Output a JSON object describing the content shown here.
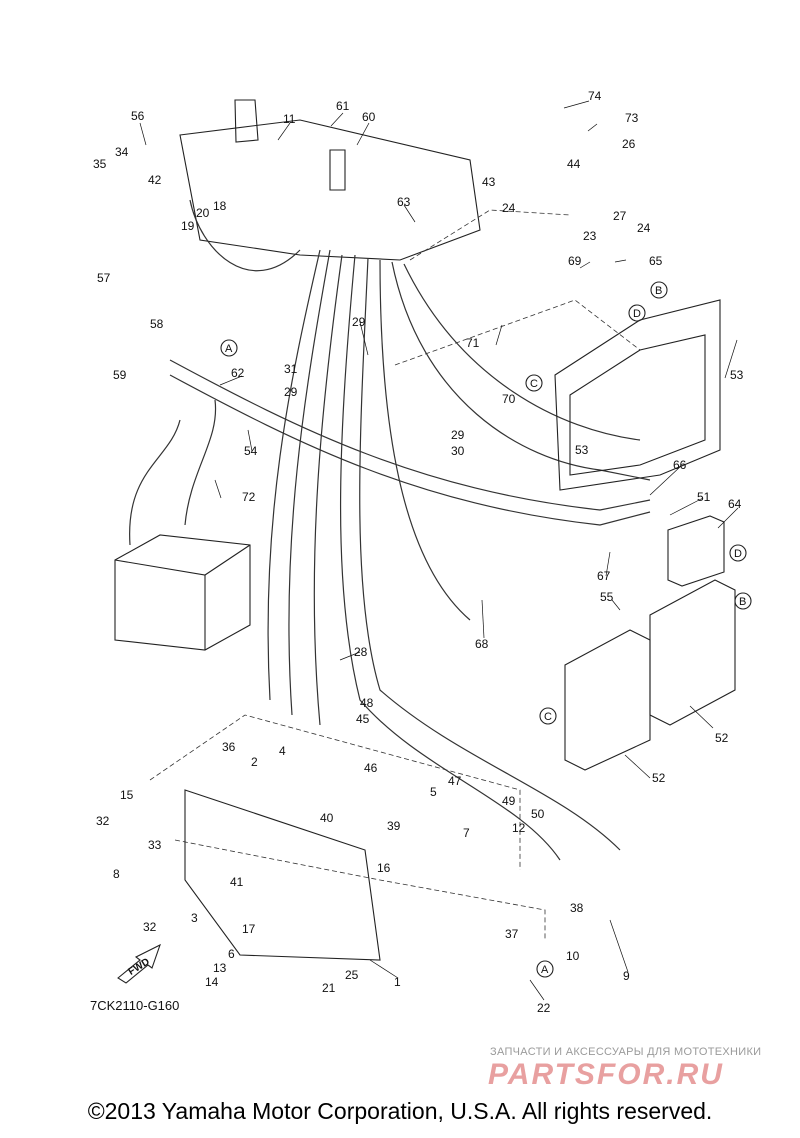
{
  "diagram_code": "7CK2110-G160",
  "fwd_label": "FWD",
  "watermark": {
    "tagline": "ЗАПЧАСТИ И АКСЕССУАРЫ ДЛЯ МОТОТЕХНИКИ",
    "logo": "PARTSFOR.RU"
  },
  "copyright": "©2013 Yamaha Motor Corporation, U.S.A. All rights reserved.",
  "callouts": [
    {
      "id": "c1",
      "label": "1"
    },
    {
      "id": "c2",
      "label": "2"
    },
    {
      "id": "c3",
      "label": "3"
    },
    {
      "id": "c4",
      "label": "4"
    },
    {
      "id": "c5",
      "label": "5"
    },
    {
      "id": "c6",
      "label": "6"
    },
    {
      "id": "c7",
      "label": "7"
    },
    {
      "id": "c8",
      "label": "8"
    },
    {
      "id": "c9",
      "label": "9"
    },
    {
      "id": "c10",
      "label": "10"
    },
    {
      "id": "c11",
      "label": "11"
    },
    {
      "id": "c12",
      "label": "12"
    },
    {
      "id": "c13",
      "label": "13"
    },
    {
      "id": "c14",
      "label": "14"
    },
    {
      "id": "c15",
      "label": "15"
    },
    {
      "id": "c16",
      "label": "16"
    },
    {
      "id": "c17",
      "label": "17"
    },
    {
      "id": "c18",
      "label": "18"
    },
    {
      "id": "c19",
      "label": "19"
    },
    {
      "id": "c20",
      "label": "20"
    },
    {
      "id": "c21",
      "label": "21"
    },
    {
      "id": "c22",
      "label": "22"
    },
    {
      "id": "c23",
      "label": "23"
    },
    {
      "id": "c24a",
      "label": "24"
    },
    {
      "id": "c24b",
      "label": "24"
    },
    {
      "id": "c25",
      "label": "25"
    },
    {
      "id": "c26",
      "label": "26"
    },
    {
      "id": "c27",
      "label": "27"
    },
    {
      "id": "c28",
      "label": "28"
    },
    {
      "id": "c29a",
      "label": "29"
    },
    {
      "id": "c29b",
      "label": "29"
    },
    {
      "id": "c29c",
      "label": "29"
    },
    {
      "id": "c30",
      "label": "30"
    },
    {
      "id": "c31",
      "label": "31"
    },
    {
      "id": "c32a",
      "label": "32"
    },
    {
      "id": "c32b",
      "label": "32"
    },
    {
      "id": "c33",
      "label": "33"
    },
    {
      "id": "c34",
      "label": "34"
    },
    {
      "id": "c35",
      "label": "35"
    },
    {
      "id": "c36",
      "label": "36"
    },
    {
      "id": "c37",
      "label": "37"
    },
    {
      "id": "c38",
      "label": "38"
    },
    {
      "id": "c39",
      "label": "39"
    },
    {
      "id": "c40",
      "label": "40"
    },
    {
      "id": "c41",
      "label": "41"
    },
    {
      "id": "c42",
      "label": "42"
    },
    {
      "id": "c43",
      "label": "43"
    },
    {
      "id": "c44",
      "label": "44"
    },
    {
      "id": "c45",
      "label": "45"
    },
    {
      "id": "c46",
      "label": "46"
    },
    {
      "id": "c47",
      "label": "47"
    },
    {
      "id": "c48",
      "label": "48"
    },
    {
      "id": "c49",
      "label": "49"
    },
    {
      "id": "c50",
      "label": "50"
    },
    {
      "id": "c51",
      "label": "51"
    },
    {
      "id": "c52a",
      "label": "52"
    },
    {
      "id": "c52b",
      "label": "52"
    },
    {
      "id": "c53a",
      "label": "53"
    },
    {
      "id": "c53b",
      "label": "53"
    },
    {
      "id": "c54",
      "label": "54"
    },
    {
      "id": "c55",
      "label": "55"
    },
    {
      "id": "c56",
      "label": "56"
    },
    {
      "id": "c57",
      "label": "57"
    },
    {
      "id": "c58",
      "label": "58"
    },
    {
      "id": "c59",
      "label": "59"
    },
    {
      "id": "c60",
      "label": "60"
    },
    {
      "id": "c61",
      "label": "61"
    },
    {
      "id": "c62",
      "label": "62"
    },
    {
      "id": "c63",
      "label": "63"
    },
    {
      "id": "c64",
      "label": "64"
    },
    {
      "id": "c65",
      "label": "65"
    },
    {
      "id": "c66",
      "label": "66"
    },
    {
      "id": "c67",
      "label": "67"
    },
    {
      "id": "c68",
      "label": "68"
    },
    {
      "id": "c69",
      "label": "69"
    },
    {
      "id": "c70",
      "label": "70"
    },
    {
      "id": "c71",
      "label": "71"
    },
    {
      "id": "c72",
      "label": "72"
    },
    {
      "id": "c73",
      "label": "73"
    },
    {
      "id": "c74",
      "label": "74"
    }
  ],
  "reference_markers": [
    {
      "id": "rA1",
      "label": "A"
    },
    {
      "id": "rA2",
      "label": "A"
    },
    {
      "id": "rB1",
      "label": "B"
    },
    {
      "id": "rB2",
      "label": "B"
    },
    {
      "id": "rC1",
      "label": "C"
    },
    {
      "id": "rC2",
      "label": "C"
    },
    {
      "id": "rD1",
      "label": "D"
    },
    {
      "id": "rD2",
      "label": "D"
    }
  ]
}
